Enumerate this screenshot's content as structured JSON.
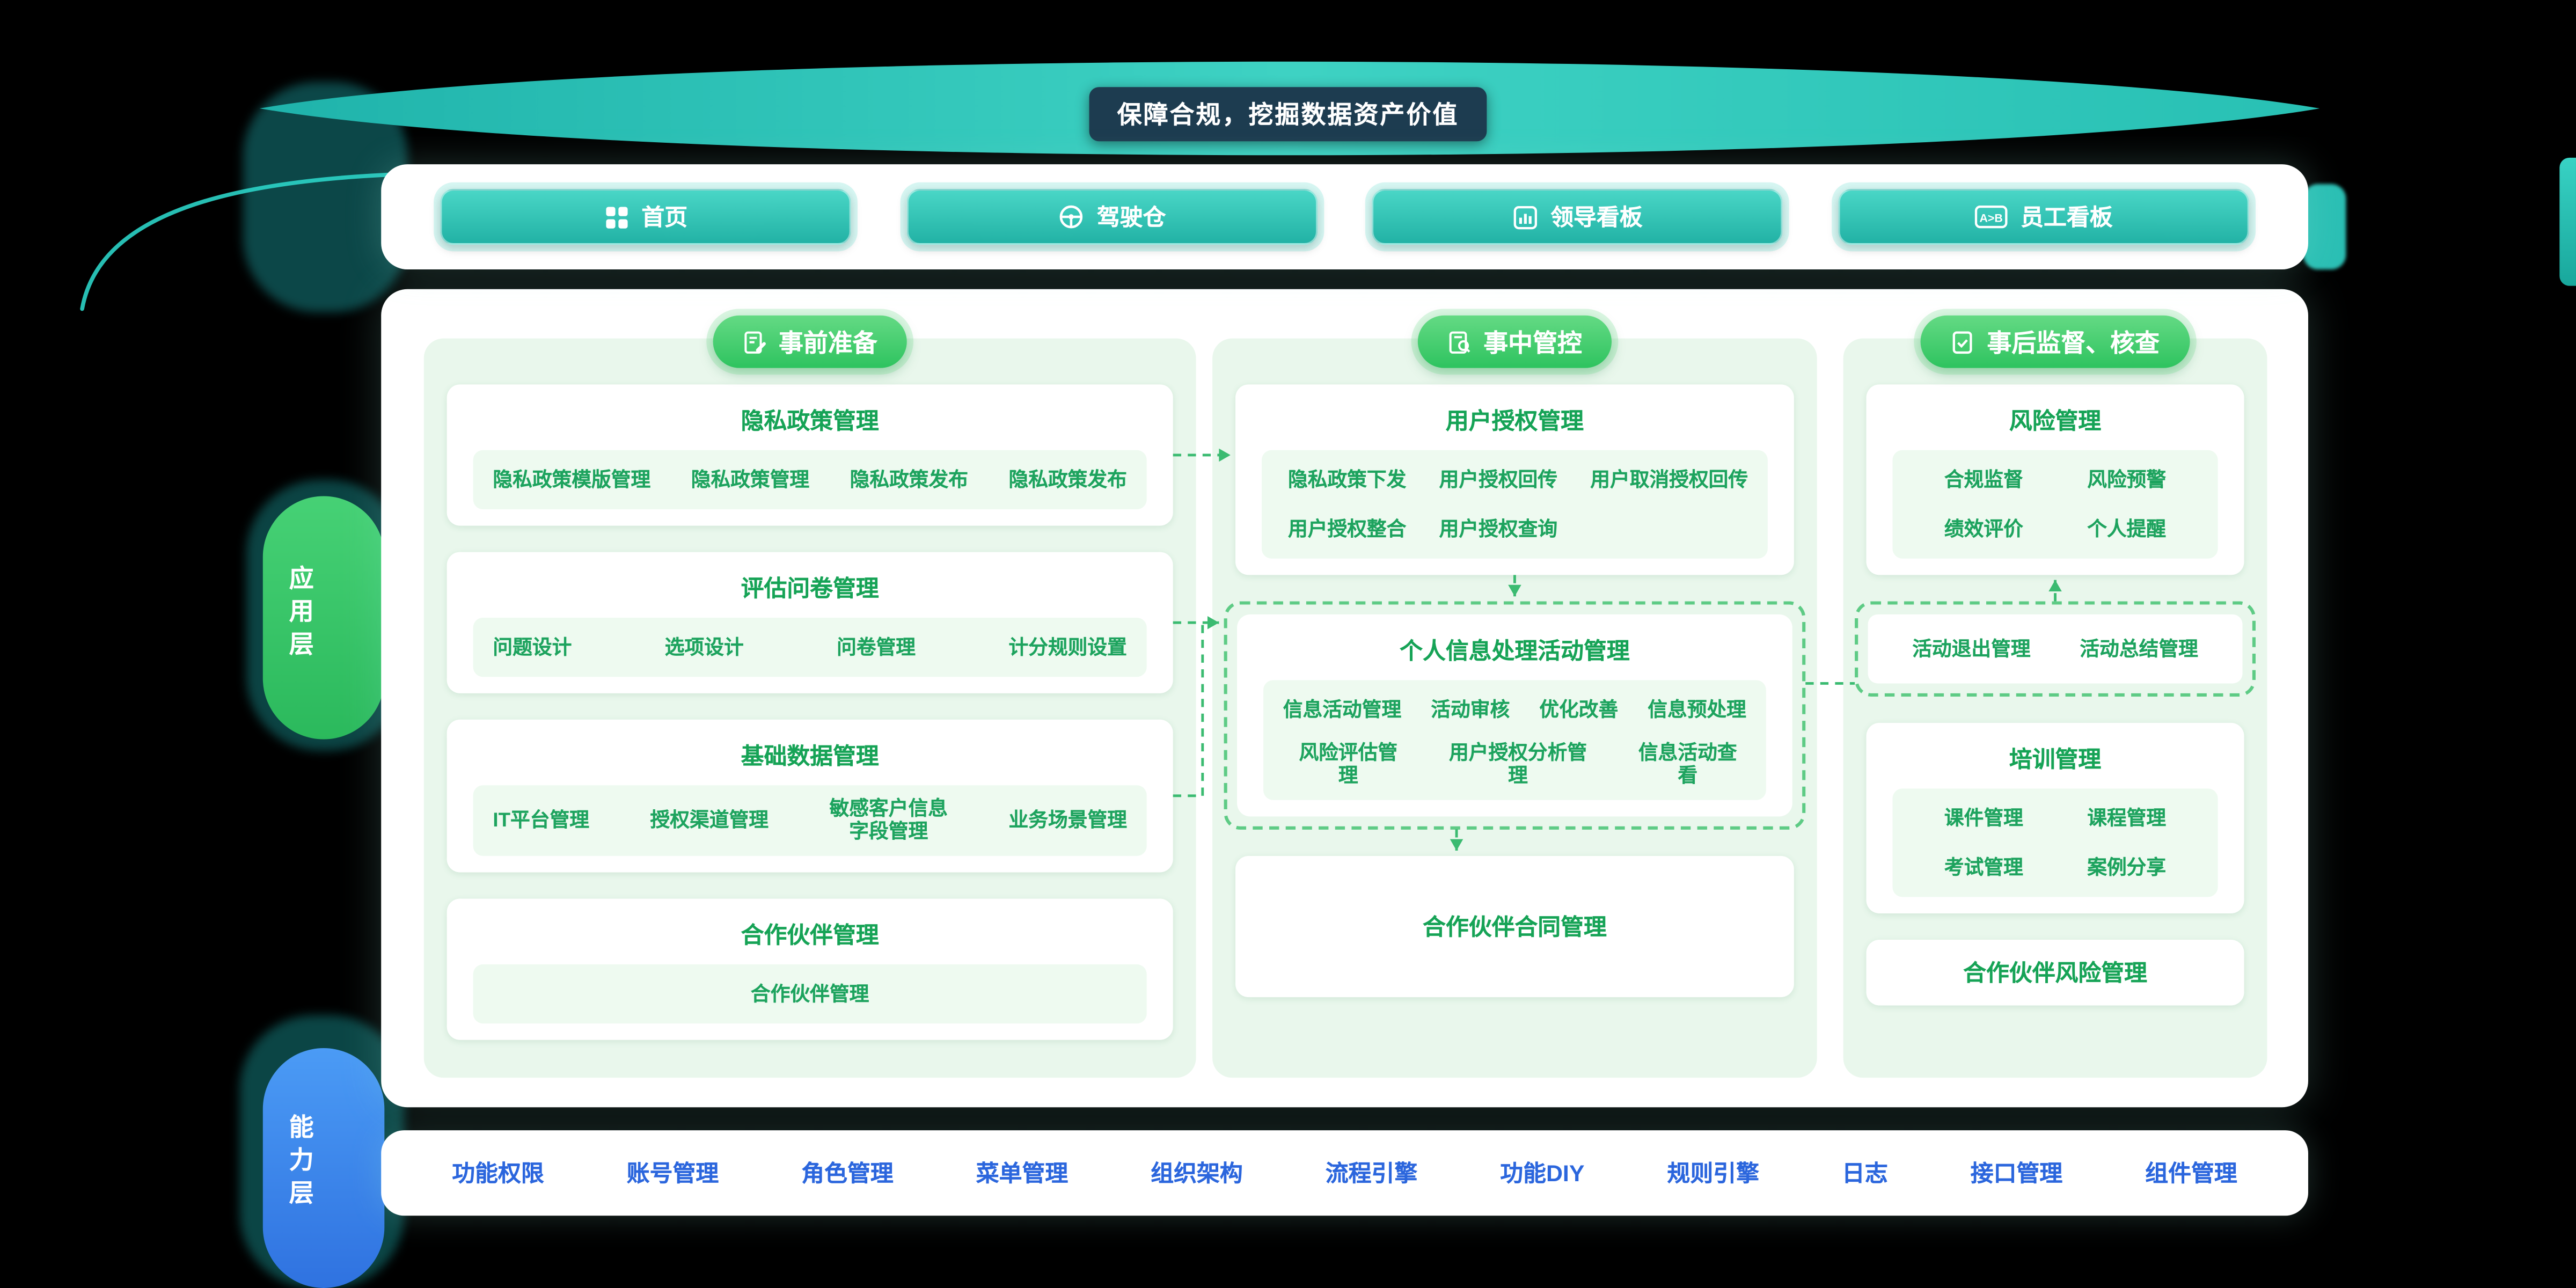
{
  "banner": {
    "title": "保障合规，挖掘数据资产价值"
  },
  "nav": {
    "items": [
      {
        "id": "home",
        "label": "首页",
        "icon": "grid-icon"
      },
      {
        "id": "cockpit",
        "label": "驾驶仓",
        "icon": "steering-icon"
      },
      {
        "id": "leader-dashboard",
        "label": "领导看板",
        "icon": "chart-icon"
      },
      {
        "id": "staff-dashboard",
        "label": "员工看板",
        "icon": "ab-badge-icon"
      }
    ]
  },
  "layers": {
    "application": "应用层",
    "capability": "能力层"
  },
  "columns": [
    {
      "id": "pre-preparation",
      "header": "事前准备",
      "icon": "doc-edit-icon",
      "cards": [
        {
          "id": "card-privacy-policy-mgmt",
          "title": "隐私政策管理",
          "row_styles": [
            "between"
          ],
          "rows": [
            [
              "隐私政策模版管理",
              "隐私政策管理",
              "隐私政策发布",
              "隐私政策发布"
            ]
          ]
        },
        {
          "id": "card-assessment-questionnaire",
          "title": "评估问卷管理",
          "row_styles": [
            "between"
          ],
          "rows": [
            [
              "问题设计",
              "选项设计",
              "问卷管理",
              "计分规则设置"
            ]
          ]
        },
        {
          "id": "card-basic-data-mgmt",
          "title": "基础数据管理",
          "row_styles": [
            "between"
          ],
          "rows": [
            [
              "IT平台管理",
              "授权渠道管理",
              "敏感客户信息\n字段管理",
              "业务场景管理"
            ]
          ]
        },
        {
          "id": "card-partner-mgmt",
          "title": "合作伙伴管理",
          "row_styles": [
            "center"
          ],
          "rows": [
            [
              "合作伙伴管理"
            ]
          ]
        }
      ]
    },
    {
      "id": "in-process-control",
      "header": "事中管控",
      "icon": "doc-search-icon",
      "cards": [
        {
          "id": "card-user-auth-mgmt",
          "title": "用户授权管理",
          "row_styles": [
            "start",
            "start"
          ],
          "rows": [
            [
              "隐私政策下发",
              "用户授权回传",
              "用户取消授权回传"
            ],
            [
              "用户授权整合",
              "用户授权查询"
            ]
          ]
        },
        {
          "id": "card-personal-info-activity",
          "box_id": "dashed-box-col2",
          "dashed": true,
          "title": "个人信息处理活动管理",
          "row_styles": [
            "between",
            "start"
          ],
          "rows": [
            [
              "信息活动管理",
              "活动审核",
              "优化改善",
              "信息预处理"
            ],
            [
              "风险评估管理",
              "用户授权分析管理",
              "信息活动查看"
            ]
          ]
        },
        {
          "id": "card-partner-contract",
          "title": "合作伙伴合同管理",
          "rows": []
        }
      ]
    },
    {
      "id": "post-supervision",
      "header": "事后监督、核查",
      "icon": "doc-check-icon",
      "cards": [
        {
          "id": "card-risk-mgmt",
          "title": "风险管理",
          "row_styles": [
            "grid",
            "grid"
          ],
          "rows": [
            [
              "合规监督",
              "风险预警"
            ],
            [
              "绩效评价",
              "个人提醒"
            ]
          ]
        },
        {
          "id": "activity-exit-bar",
          "box_id": "dashed-box-col3",
          "dashed": true,
          "title": "",
          "row_styles": [
            "grid"
          ],
          "rows": [
            [
              "活动退出管理",
              "活动总结管理"
            ]
          ]
        },
        {
          "id": "card-training-mgmt",
          "title": "培训管理",
          "row_styles": [
            "grid",
            "grid"
          ],
          "rows": [
            [
              "课件管理",
              "课程管理"
            ],
            [
              "考试管理",
              "案例分享"
            ]
          ]
        },
        {
          "id": "card-partner-risk",
          "title": "合作伙伴风险管理",
          "rows": []
        }
      ]
    }
  ],
  "bottom": {
    "items": [
      "功能权限",
      "账号管理",
      "角色管理",
      "菜单管理",
      "组织架构",
      "流程引擎",
      "功能DIY",
      "规则引擎",
      "日志",
      "接口管理",
      "组件管理"
    ]
  },
  "arrows": [
    {
      "from": "card-privacy-policy-mgmt",
      "to": "card-user-auth-mgmt",
      "dir": "right",
      "head": true
    },
    {
      "from": "card-assessment-questionnaire",
      "to": "dashed-box-col2",
      "dir": "right",
      "head": true
    },
    {
      "from": "card-basic-data-mgmt",
      "align": "card-assessment-questionnaire",
      "dir": "elbow"
    },
    {
      "from": "card-user-auth-mgmt",
      "to": "dashed-box-col2",
      "dir": "down",
      "xf": 0.5,
      "head": true
    },
    {
      "from": "dashed-box-col2",
      "to": "card-partner-contract",
      "dir": "down",
      "xf": 0.4,
      "head": true
    },
    {
      "from": "dashed-box-col2",
      "to": "dashed-box-col3",
      "dir": "link"
    },
    {
      "from": "dashed-box-col3",
      "to": "card-risk-mgmt",
      "dir": "up",
      "xf": 0.5,
      "head": true
    }
  ],
  "colors": {
    "teal_accent": "#2fc5b8",
    "green_accent": "#3ecb6e",
    "card_title_green": "#16a356",
    "module_text_green": "#1da35e",
    "capability_blue": "#2b66dd",
    "banner_bg": "#1d3c50",
    "column_bg": "#e9f7ec"
  }
}
